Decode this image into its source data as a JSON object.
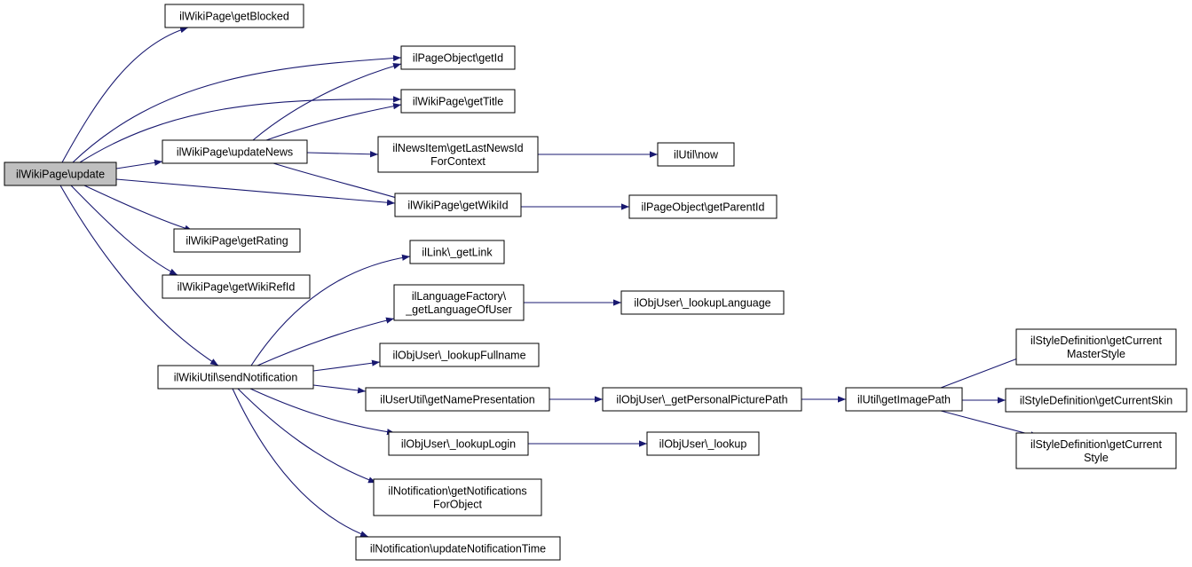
{
  "graph": {
    "edge_color": "#191970",
    "root_fill": "#bfbfbf",
    "nodes": [
      {
        "id": "update",
        "lines": [
          "ilWikiPage\\update"
        ]
      },
      {
        "id": "getBlocked",
        "lines": [
          "ilWikiPage\\getBlocked"
        ]
      },
      {
        "id": "getId",
        "lines": [
          "ilPageObject\\getId"
        ]
      },
      {
        "id": "getTitle",
        "lines": [
          "ilWikiPage\\getTitle"
        ]
      },
      {
        "id": "updateNews",
        "lines": [
          "ilWikiPage\\updateNews"
        ]
      },
      {
        "id": "getLastNewsId",
        "lines": [
          "ilNewsItem\\getLastNewsId",
          "ForContext"
        ]
      },
      {
        "id": "now",
        "lines": [
          "ilUtil\\now"
        ]
      },
      {
        "id": "getWikiId",
        "lines": [
          "ilWikiPage\\getWikiId"
        ]
      },
      {
        "id": "getParentId",
        "lines": [
          "ilPageObject\\getParentId"
        ]
      },
      {
        "id": "getRating",
        "lines": [
          "ilWikiPage\\getRating"
        ]
      },
      {
        "id": "getWikiRefId",
        "lines": [
          "ilWikiPage\\getWikiRefId"
        ]
      },
      {
        "id": "getLink",
        "lines": [
          "ilLink\\_getLink"
        ]
      },
      {
        "id": "getLanguageOfUser",
        "lines": [
          "ilLanguageFactory\\",
          "_getLanguageOfUser"
        ]
      },
      {
        "id": "lookupLanguage",
        "lines": [
          "ilObjUser\\_lookupLanguage"
        ]
      },
      {
        "id": "sendNotification",
        "lines": [
          "ilWikiUtil\\sendNotification"
        ]
      },
      {
        "id": "lookupFullname",
        "lines": [
          "ilObjUser\\_lookupFullname"
        ]
      },
      {
        "id": "getNamePresentation",
        "lines": [
          "ilUserUtil\\getNamePresentation"
        ]
      },
      {
        "id": "getPersonalPicturePath",
        "lines": [
          "ilObjUser\\_getPersonalPicturePath"
        ]
      },
      {
        "id": "getImagePath",
        "lines": [
          "ilUtil\\getImagePath"
        ]
      },
      {
        "id": "getCurrentMasterStyle",
        "lines": [
          "ilStyleDefinition\\getCurrent",
          "MasterStyle"
        ]
      },
      {
        "id": "getCurrentSkin",
        "lines": [
          "ilStyleDefinition\\getCurrentSkin"
        ]
      },
      {
        "id": "getCurrentStyle",
        "lines": [
          "ilStyleDefinition\\getCurrent",
          "Style"
        ]
      },
      {
        "id": "lookupLogin",
        "lines": [
          "ilObjUser\\_lookupLogin"
        ]
      },
      {
        "id": "lookup",
        "lines": [
          "ilObjUser\\_lookup"
        ]
      },
      {
        "id": "getNotificationsForObject",
        "lines": [
          "ilNotification\\getNotifications",
          "ForObject"
        ]
      },
      {
        "id": "updateNotificationTime",
        "lines": [
          "ilNotification\\updateNotificationTime"
        ]
      }
    ],
    "edges": [
      {
        "from": "update",
        "to": "getBlocked"
      },
      {
        "from": "update",
        "to": "getId"
      },
      {
        "from": "update",
        "to": "getTitle"
      },
      {
        "from": "update",
        "to": "updateNews"
      },
      {
        "from": "update",
        "to": "getWikiId"
      },
      {
        "from": "update",
        "to": "getRating"
      },
      {
        "from": "update",
        "to": "getWikiRefId"
      },
      {
        "from": "update",
        "to": "sendNotification"
      },
      {
        "from": "updateNews",
        "to": "getId"
      },
      {
        "from": "updateNews",
        "to": "getTitle"
      },
      {
        "from": "updateNews",
        "to": "getLastNewsId"
      },
      {
        "from": "updateNews",
        "to": "getWikiId"
      },
      {
        "from": "getLastNewsId",
        "to": "now"
      },
      {
        "from": "getWikiId",
        "to": "getParentId"
      },
      {
        "from": "getLanguageOfUser",
        "to": "lookupLanguage"
      },
      {
        "from": "sendNotification",
        "to": "getLink"
      },
      {
        "from": "sendNotification",
        "to": "getLanguageOfUser"
      },
      {
        "from": "sendNotification",
        "to": "lookupFullname"
      },
      {
        "from": "sendNotification",
        "to": "getNamePresentation"
      },
      {
        "from": "sendNotification",
        "to": "lookupLogin"
      },
      {
        "from": "sendNotification",
        "to": "getNotificationsForObject"
      },
      {
        "from": "sendNotification",
        "to": "updateNotificationTime"
      },
      {
        "from": "getNamePresentation",
        "to": "getPersonalPicturePath"
      },
      {
        "from": "getPersonalPicturePath",
        "to": "getImagePath"
      },
      {
        "from": "getImagePath",
        "to": "getCurrentMasterStyle"
      },
      {
        "from": "getImagePath",
        "to": "getCurrentSkin"
      },
      {
        "from": "getImagePath",
        "to": "getCurrentStyle"
      },
      {
        "from": "lookupLogin",
        "to": "lookup"
      }
    ]
  }
}
